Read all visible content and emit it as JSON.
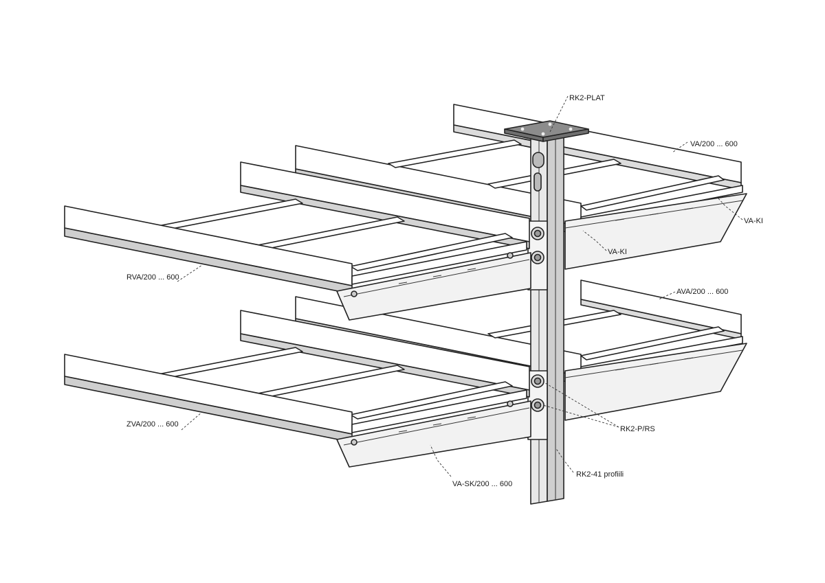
{
  "labels": {
    "plate": "RK2-PLAT",
    "tray_top_back": "VA/200 ... 600",
    "clip_right": "VA-KI",
    "clip_center": "VA-KI",
    "tray_top_front": "RVA/200 ... 600",
    "tray_bottom_back": "AVA/200 ... 600",
    "tray_bottom_front": "ZVA/200 ... 600",
    "bracket": "VA-SK/200 ... 600",
    "bolt_set": "RK2-P/RS",
    "profile": "RK2-41 profiili"
  },
  "colors": {
    "line": "#222222",
    "fill_light": "#ffffff",
    "fill_shade": "#e6e6e6",
    "fill_dark": "#bdbdbd",
    "plate": "#8c8c8c"
  }
}
